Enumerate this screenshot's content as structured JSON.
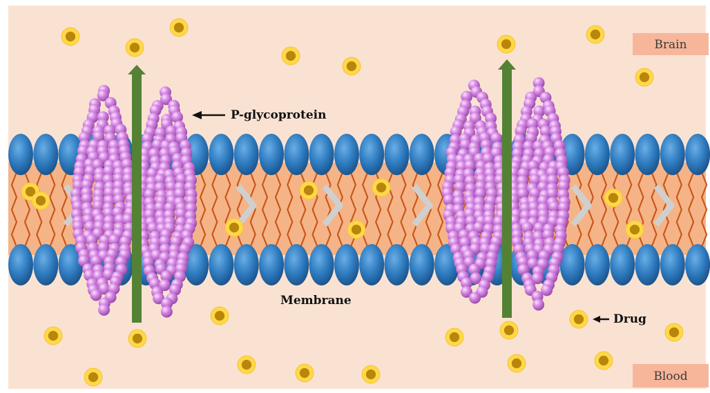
{
  "labels": {
    "brain": "Brain",
    "blood": "Blood",
    "pgp": "P-glycoprotein",
    "membrane": "Membrane",
    "drug": "Drug"
  },
  "colors": {
    "background": "#fae2d3",
    "lipid_tail_band": "#f5b487",
    "lipid_head": "#2e7bbf",
    "lipid_tail": "#c9561a",
    "pgp_bead": "#d27fe0",
    "arrow": "#548235",
    "drug_outer": "#ffd84a",
    "drug_inner": "#b8860b",
    "tag_fill": "#f7b69a"
  },
  "icons": {
    "drug": "drug-molecule-icon",
    "pgp": "p-glycoprotein-icon",
    "arrow": "efflux-arrow-icon"
  }
}
